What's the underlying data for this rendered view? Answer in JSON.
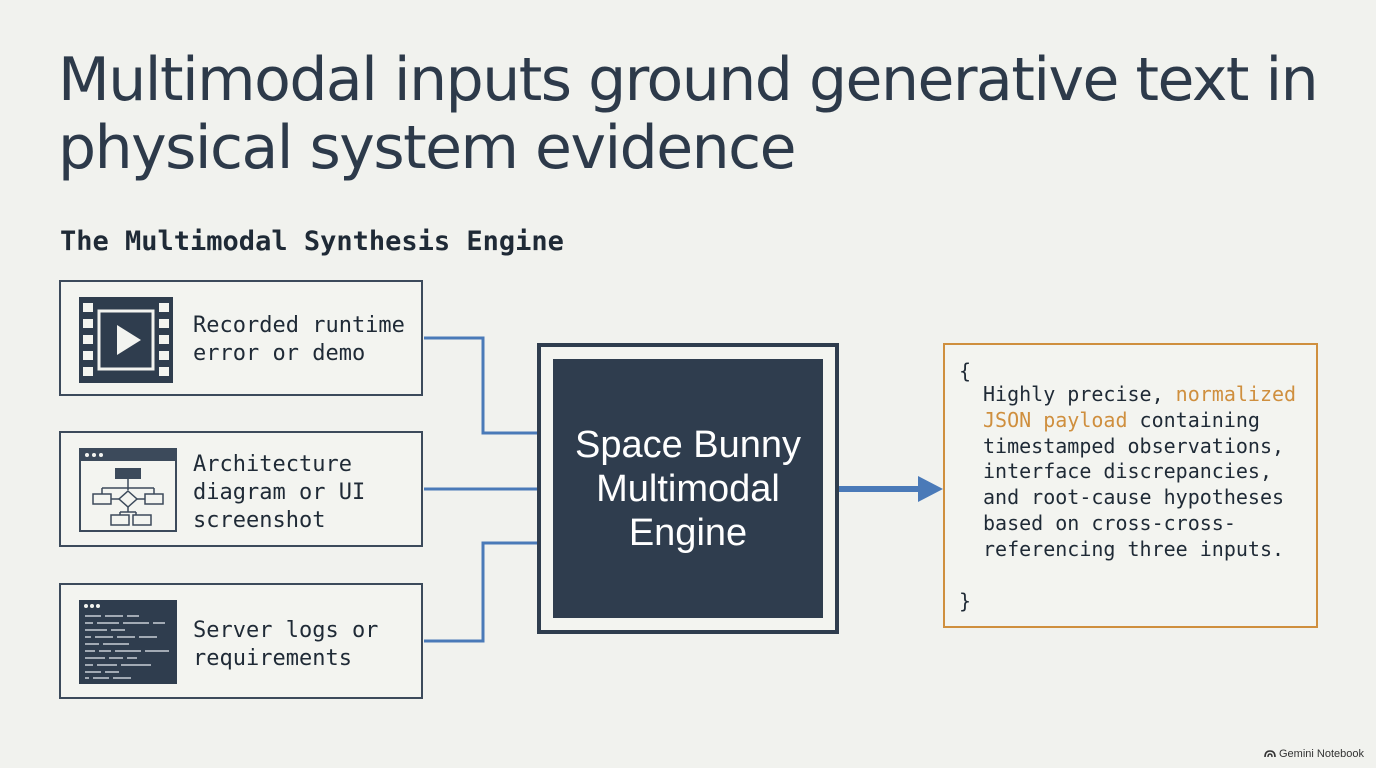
{
  "title": "Multimodal inputs ground generative text in physical system evidence",
  "subtitle": "The Multimodal Synthesis Engine",
  "inputs": [
    {
      "label": "Recorded runtime\nerror or demo",
      "icon": "film-play-icon"
    },
    {
      "label": "Architecture\ndiagram or UI\nscreenshot",
      "icon": "flowchart-window-icon"
    },
    {
      "label": "Server logs or\nrequirements",
      "icon": "terminal-logs-icon"
    }
  ],
  "engine": {
    "label": "Space Bunny Multimodal Engine"
  },
  "output": {
    "open_brace": "{",
    "close_brace": "}",
    "text_before": "Highly precise, ",
    "highlight": "normalized JSON payload",
    "text_after": " containing timestamped observations, interface discrepancies, and root-cause hypotheses based on cross-cross-referencing three inputs."
  },
  "footer": {
    "label": "Gemini Notebook",
    "icon": "gemini-notebook-icon"
  },
  "colors": {
    "background": "#f1f2ee",
    "dark": "#2f3d4e",
    "connector": "#4a7ab8",
    "accent": "#cf8f3e"
  }
}
